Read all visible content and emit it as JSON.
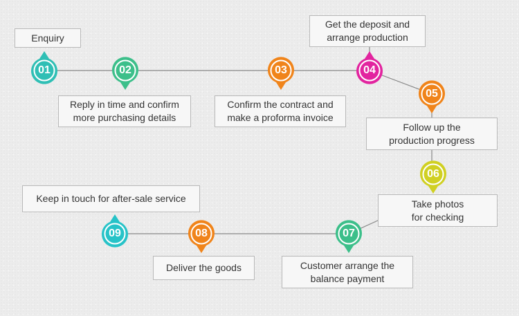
{
  "colors": {
    "teal": "#2fbfb5",
    "green": "#3cbf8a",
    "orange": "#f0841a",
    "magenta": "#e2249f",
    "yellow": "#d0d022",
    "cyan": "#27c3c8",
    "line": "#888888",
    "box_border": "#b8b8b8"
  },
  "steps": [
    {
      "num": "01",
      "text": "Enquiry",
      "color": "#2fbfb5"
    },
    {
      "num": "02",
      "text": "Reply in time and confirm\nmore purchasing details",
      "color": "#3cbf8a"
    },
    {
      "num": "03",
      "text": "Confirm the contract and\nmake a proforma invoice",
      "color": "#f0841a"
    },
    {
      "num": "04",
      "text": "Get the deposit and\narrange production",
      "color": "#e2249f"
    },
    {
      "num": "05",
      "text": "Follow up the\nproduction progress",
      "color": "#f0841a"
    },
    {
      "num": "06",
      "text": "Take photos\nfor checking",
      "color": "#d0d022"
    },
    {
      "num": "07",
      "text": "Customer arrange the\nbalance payment",
      "color": "#3cbf8a"
    },
    {
      "num": "08",
      "text": "Deliver the goods",
      "color": "#f0841a"
    },
    {
      "num": "09",
      "text": "Keep in touch for after-sale service",
      "color": "#27c3c8"
    }
  ]
}
